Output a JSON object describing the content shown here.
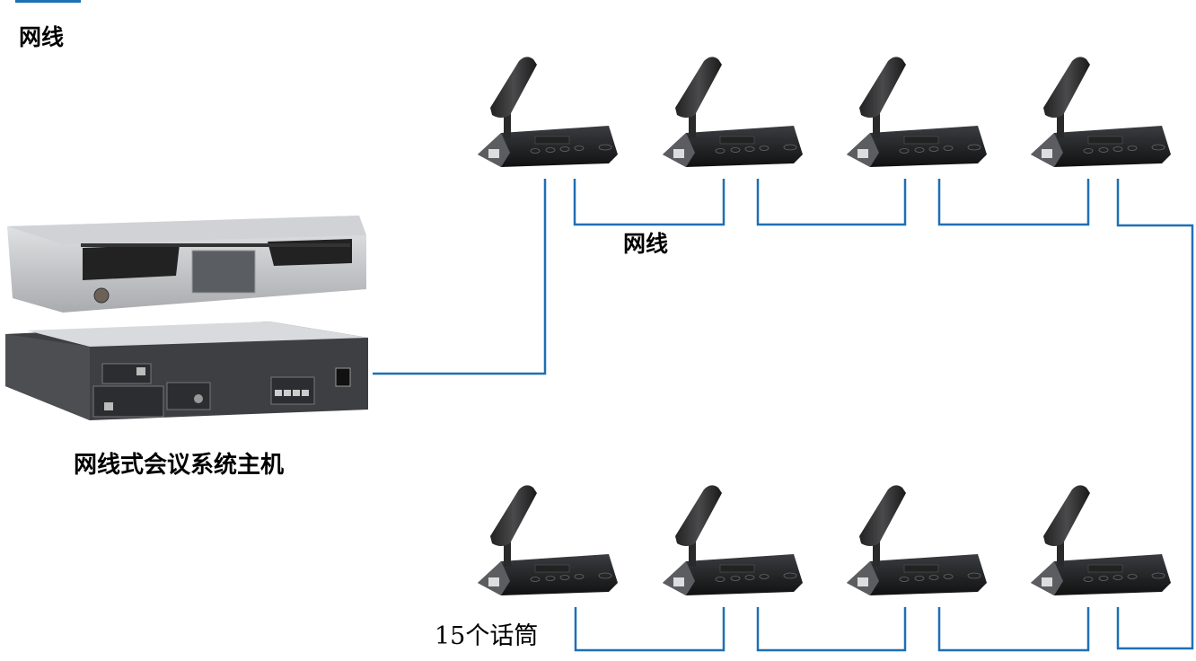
{
  "title_label": "网线",
  "cable_label": "网线",
  "host_label": "网线式会议系统主机",
  "mic_count_label": "15个话筒",
  "colors": {
    "cable": "#1f6fb5",
    "accent_bar": "#1f6fb5"
  },
  "microphones": {
    "top_row_count": 4,
    "bottom_row_count": 4
  }
}
